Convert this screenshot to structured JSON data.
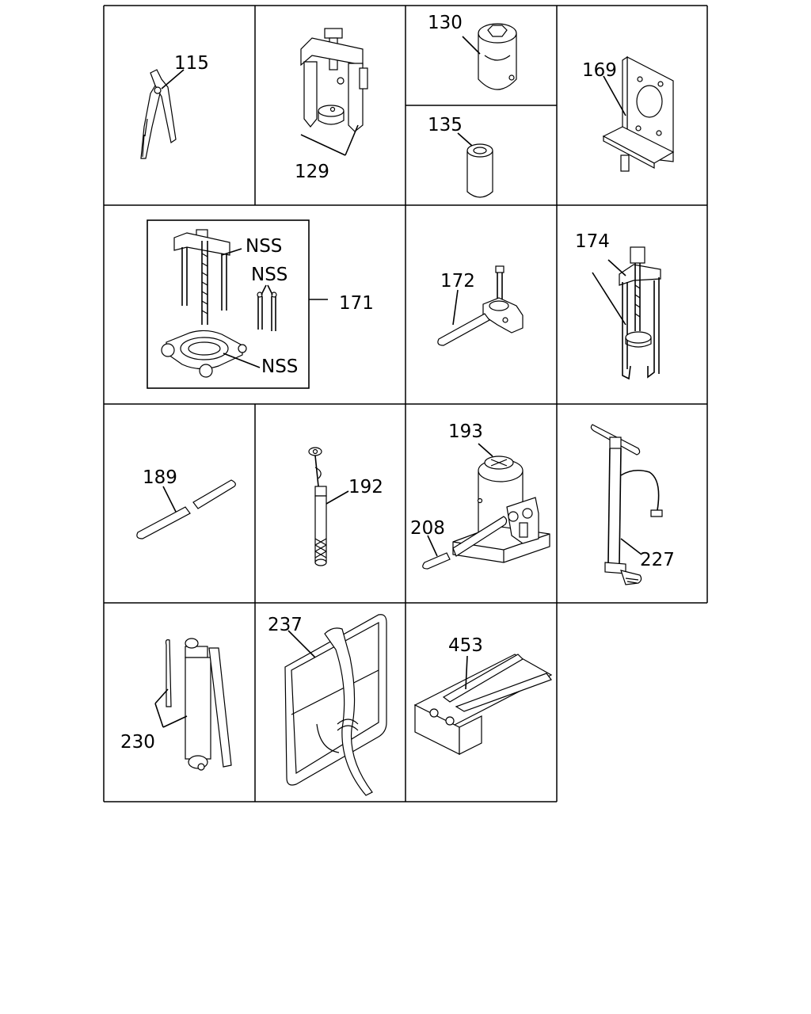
{
  "labels": {
    "l115": "115",
    "l129": "129",
    "l130": "130",
    "l135": "135",
    "l169": "169",
    "l171": "171",
    "l171_nss_top": "NSS",
    "l171_nss_mid": "NSS",
    "l171_nss_bot": "NSS",
    "l172": "172",
    "l174": "174",
    "l189": "189",
    "l192": "192",
    "l193": "193",
    "l208": "208",
    "l227": "227",
    "l230": "230",
    "l237": "237",
    "l453": "453"
  }
}
